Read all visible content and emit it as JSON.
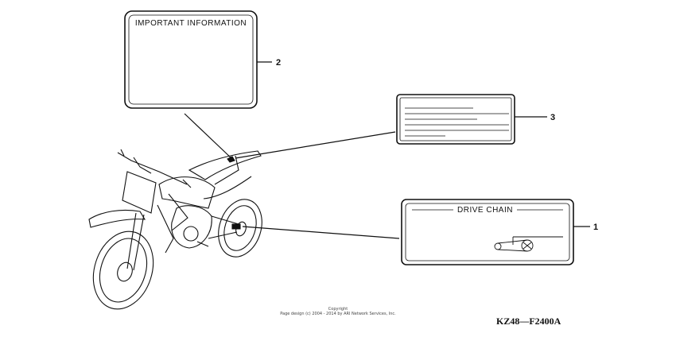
{
  "labels": {
    "important": {
      "title": "IMPORTANT INFORMATION",
      "callout": "2"
    },
    "generic": {
      "callout": "3"
    },
    "drive_chain": {
      "title": "DRIVE CHAIN",
      "callout": "1"
    }
  },
  "footer": {
    "copyright_line1": "Copyright",
    "copyright_line2": "Page design (c) 2004 - 2014 by ARI Network Services, Inc.",
    "part_code": "KZ48—F2400A"
  },
  "colors": {
    "stroke": "#111111",
    "background": "#ffffff"
  }
}
